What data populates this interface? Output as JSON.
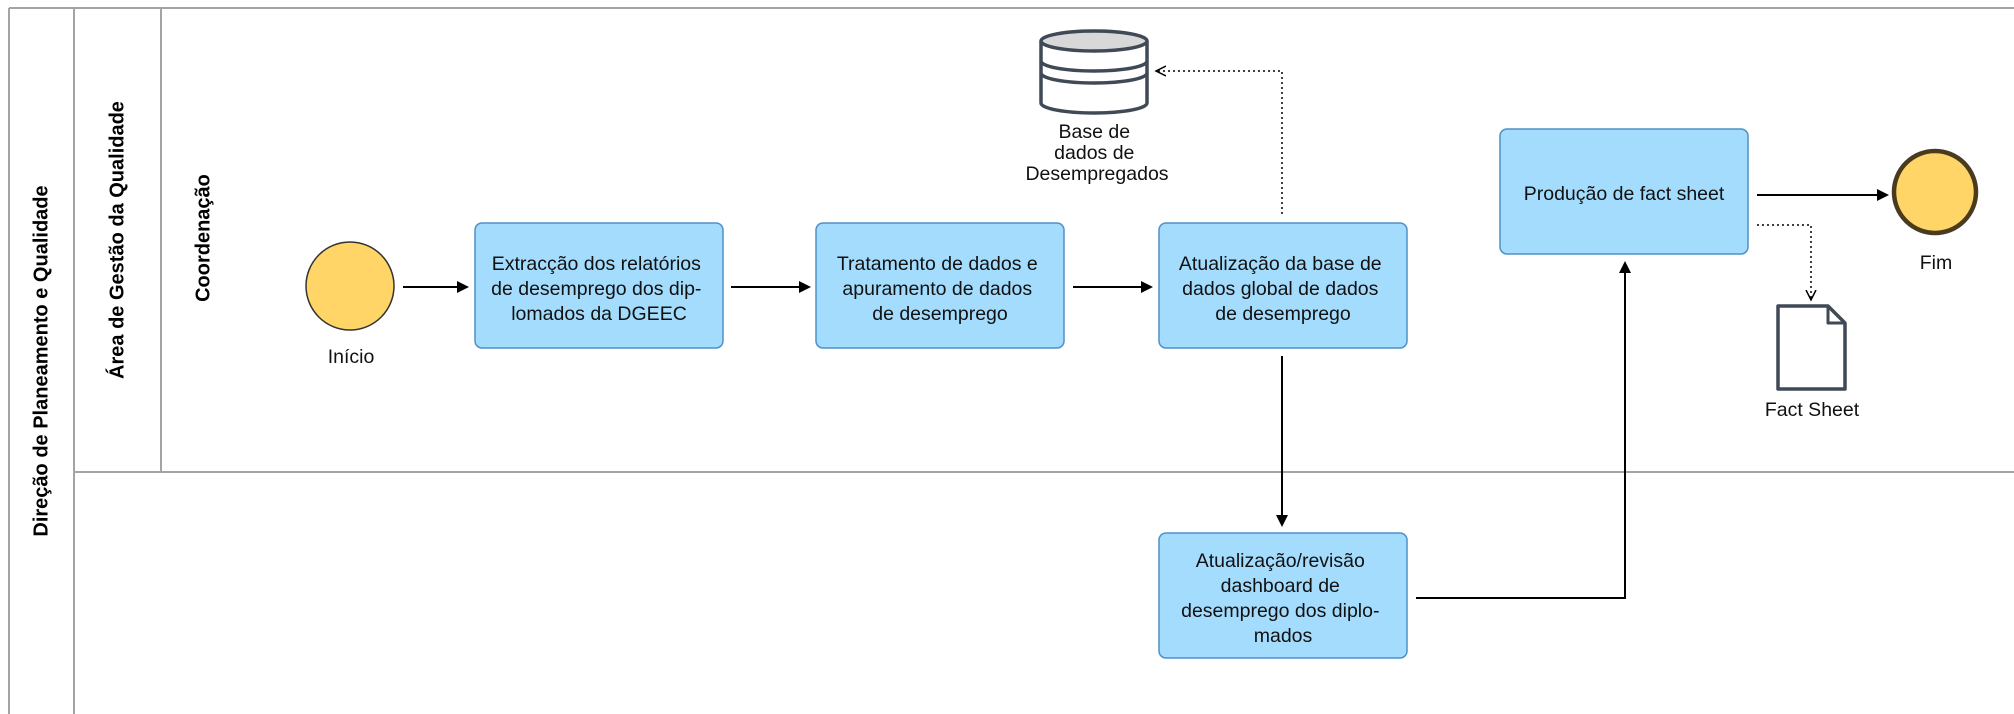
{
  "pool": {
    "label": "Direção de Planeamento e Qualidade"
  },
  "lanes": {
    "area": "Área de Gestão da Qualidade",
    "sublane": "Coordenação"
  },
  "events": {
    "start": "Início",
    "end": "Fim"
  },
  "tasks": [
    {
      "id": "t1",
      "lines": [
        "Extracção dos relatórios",
        "de desemprego dos dip-",
        "lomados da DGEEC"
      ]
    },
    {
      "id": "t2",
      "lines": [
        "Tratamento de dados e",
        "apuramento de dados",
        "de desemprego"
      ]
    },
    {
      "id": "t3",
      "lines": [
        "Atualização da base de",
        "dados global de dados",
        "de desemprego"
      ]
    },
    {
      "id": "t4",
      "lines": [
        "Atualização/revisão",
        "dashboard de",
        "desemprego dos diplo-",
        "mados"
      ]
    },
    {
      "id": "t5",
      "lines": [
        "Produção de fact sheet"
      ]
    }
  ],
  "database": {
    "lines": [
      "Base de",
      "dados de",
      "Desempregados"
    ]
  },
  "document": {
    "label": "Fact Sheet"
  },
  "colors": {
    "task_fill": "#a3dcfd",
    "task_stroke": "#4f91c7",
    "event_fill": "#ffd567",
    "lane_border": "#a4a4a4",
    "icon_stroke": "#3f4a56"
  }
}
